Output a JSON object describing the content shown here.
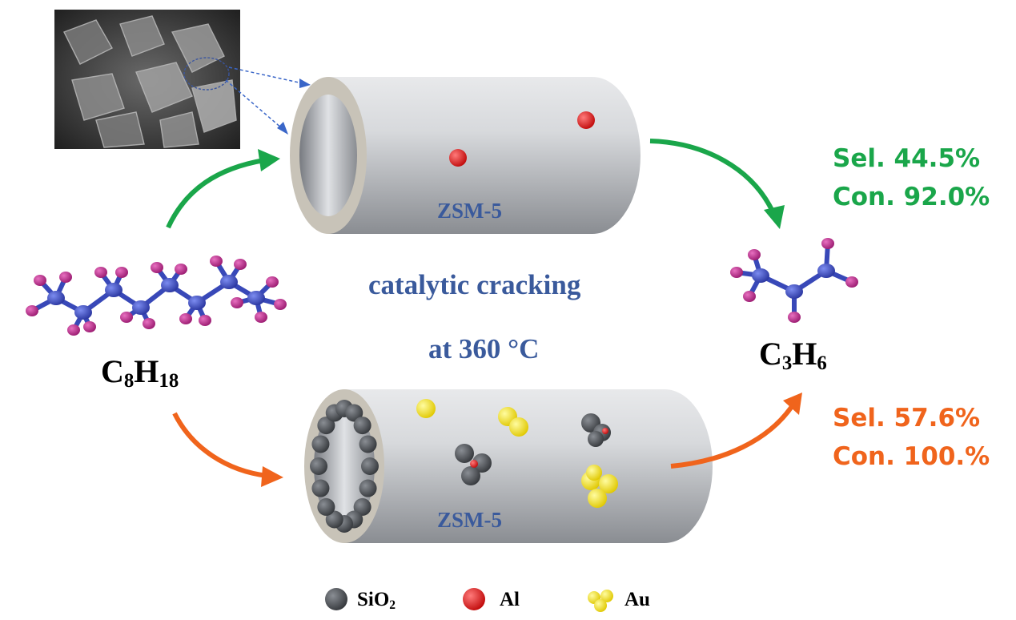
{
  "colors": {
    "text_blue": "#3a5a9c",
    "green": "#1aa64a",
    "orange": "#f0641c",
    "carbon": "#3848b8",
    "hydrogen": "#c0288c",
    "tube": "#d8dadd",
    "sio2": "#555a60",
    "al": "#e02020",
    "au": "#f0e01a"
  },
  "process": {
    "line1": "catalytic cracking",
    "line2": "at 360 °C"
  },
  "tubes": {
    "top_label": "ZSM-5",
    "bottom_label": "ZSM-5"
  },
  "reactant": {
    "main": "C",
    "sub1": "8",
    "mid": "H",
    "sub2": "18"
  },
  "product": {
    "main": "C",
    "sub1": "3",
    "mid": "H",
    "sub2": "6"
  },
  "results": {
    "top": {
      "selectivity": "Sel. 44.5%",
      "conversion": "Con. 92.0%"
    },
    "bottom": {
      "selectivity": "Sel. 57.6%",
      "conversion": "Con. 100.%"
    }
  },
  "legend": {
    "sio2_main": "SiO",
    "sio2_sub": "2",
    "al": "Al",
    "au": "Au"
  },
  "micrograph": {
    "alt": "SEM"
  }
}
